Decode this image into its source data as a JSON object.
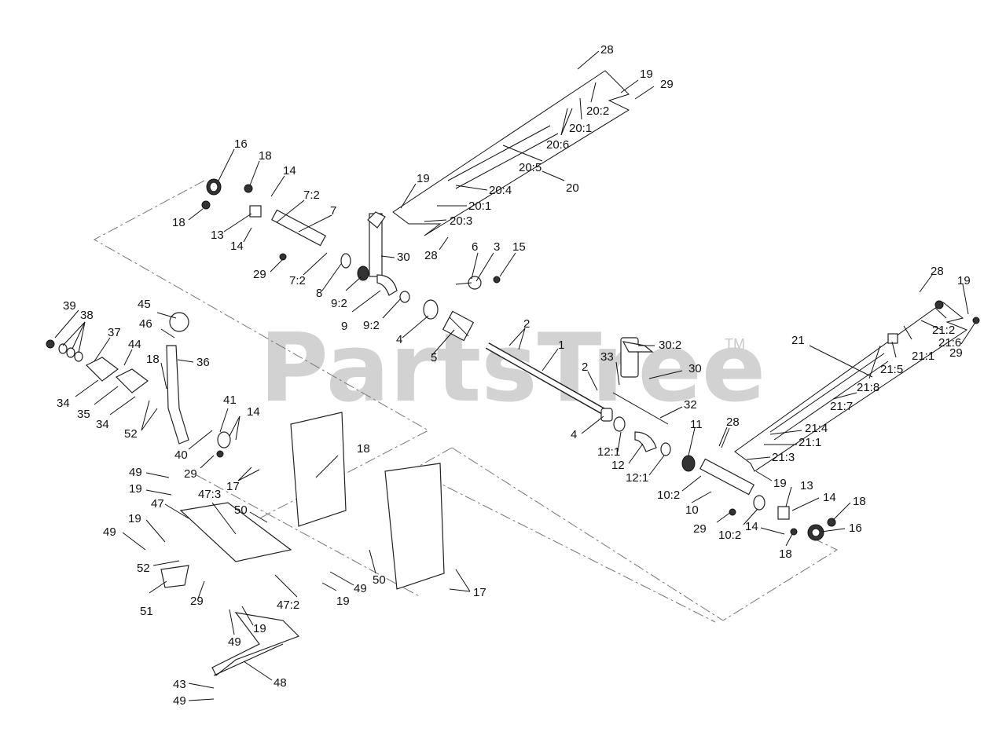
{
  "watermark": {
    "brand": "PartsTree",
    "mark": "TM"
  },
  "callouts": {
    "c28a": "28",
    "c19a": "19",
    "c29a": "29",
    "c20_2": "20:2",
    "c20_1a": "20:1",
    "c20_6": "20:6",
    "c20_5": "20:5",
    "c20": "20",
    "c20_4a": "20:4",
    "c20_1b": "20:1",
    "c20_3": "20:3",
    "c19b": "19",
    "c28b": "28",
    "c16a": "16",
    "c18a": "18",
    "c14a": "14",
    "c18b": "18",
    "c13a": "13",
    "c14b": "14",
    "c7_2a": "7:2",
    "c7": "7",
    "c29b": "29",
    "c7_2b": "7:2",
    "c8": "8",
    "c9_2a": "9:2",
    "c9": "9",
    "c30a": "30",
    "c9_2b": "9:2",
    "c4a": "4",
    "c5": "5",
    "c6": "6",
    "c3": "3",
    "c15": "15",
    "c2a": "2",
    "c1": "1",
    "c2b": "2",
    "c33": "33",
    "c30_2": "30:2",
    "c30b": "30",
    "c32": "32",
    "c4b": "4",
    "c12_1a": "12:1",
    "c12": "12",
    "c12_1b": "12:1",
    "c11": "11",
    "c10_2a": "10:2",
    "c10": "10",
    "c29c": "29",
    "c10_2b": "10:2",
    "c28c": "28",
    "c19c": "19",
    "c21_2": "21:2",
    "c21_6": "21:6",
    "c21_1a": "21:1",
    "c21_5": "21:5",
    "c29d": "29",
    "c21": "21",
    "c21_8": "21:8",
    "c21_7": "21:7",
    "c21_4": "21:4",
    "c21_1b": "21:1",
    "c21_3": "21:3",
    "c28d": "28",
    "c19d": "19",
    "c13b": "13",
    "c14c": "14",
    "c18c": "18",
    "c16b": "16",
    "c14d": "14",
    "c18d": "18",
    "c39": "39",
    "c38": "38",
    "c37": "37",
    "c44": "44",
    "c45": "45",
    "c46": "46",
    "c36": "36",
    "c18e": "18",
    "c34a": "34",
    "c35": "35",
    "c34b": "34",
    "c52a": "52",
    "c41": "41",
    "c14e": "14",
    "c40": "40",
    "c29e": "29",
    "c18f": "18",
    "c17a": "17",
    "c49a": "49",
    "c19e": "19",
    "c47_3": "47:3",
    "c47": "47",
    "c50a": "50",
    "c19f": "19",
    "c49b": "49",
    "c52b": "52",
    "c51": "51",
    "c29f": "29",
    "c47_2": "47:2",
    "c19g": "19",
    "c49c": "49",
    "c50b": "50",
    "c17b": "17",
    "c49d": "49",
    "c19h": "19",
    "c48": "48",
    "c43": "43",
    "c49e": "49"
  }
}
